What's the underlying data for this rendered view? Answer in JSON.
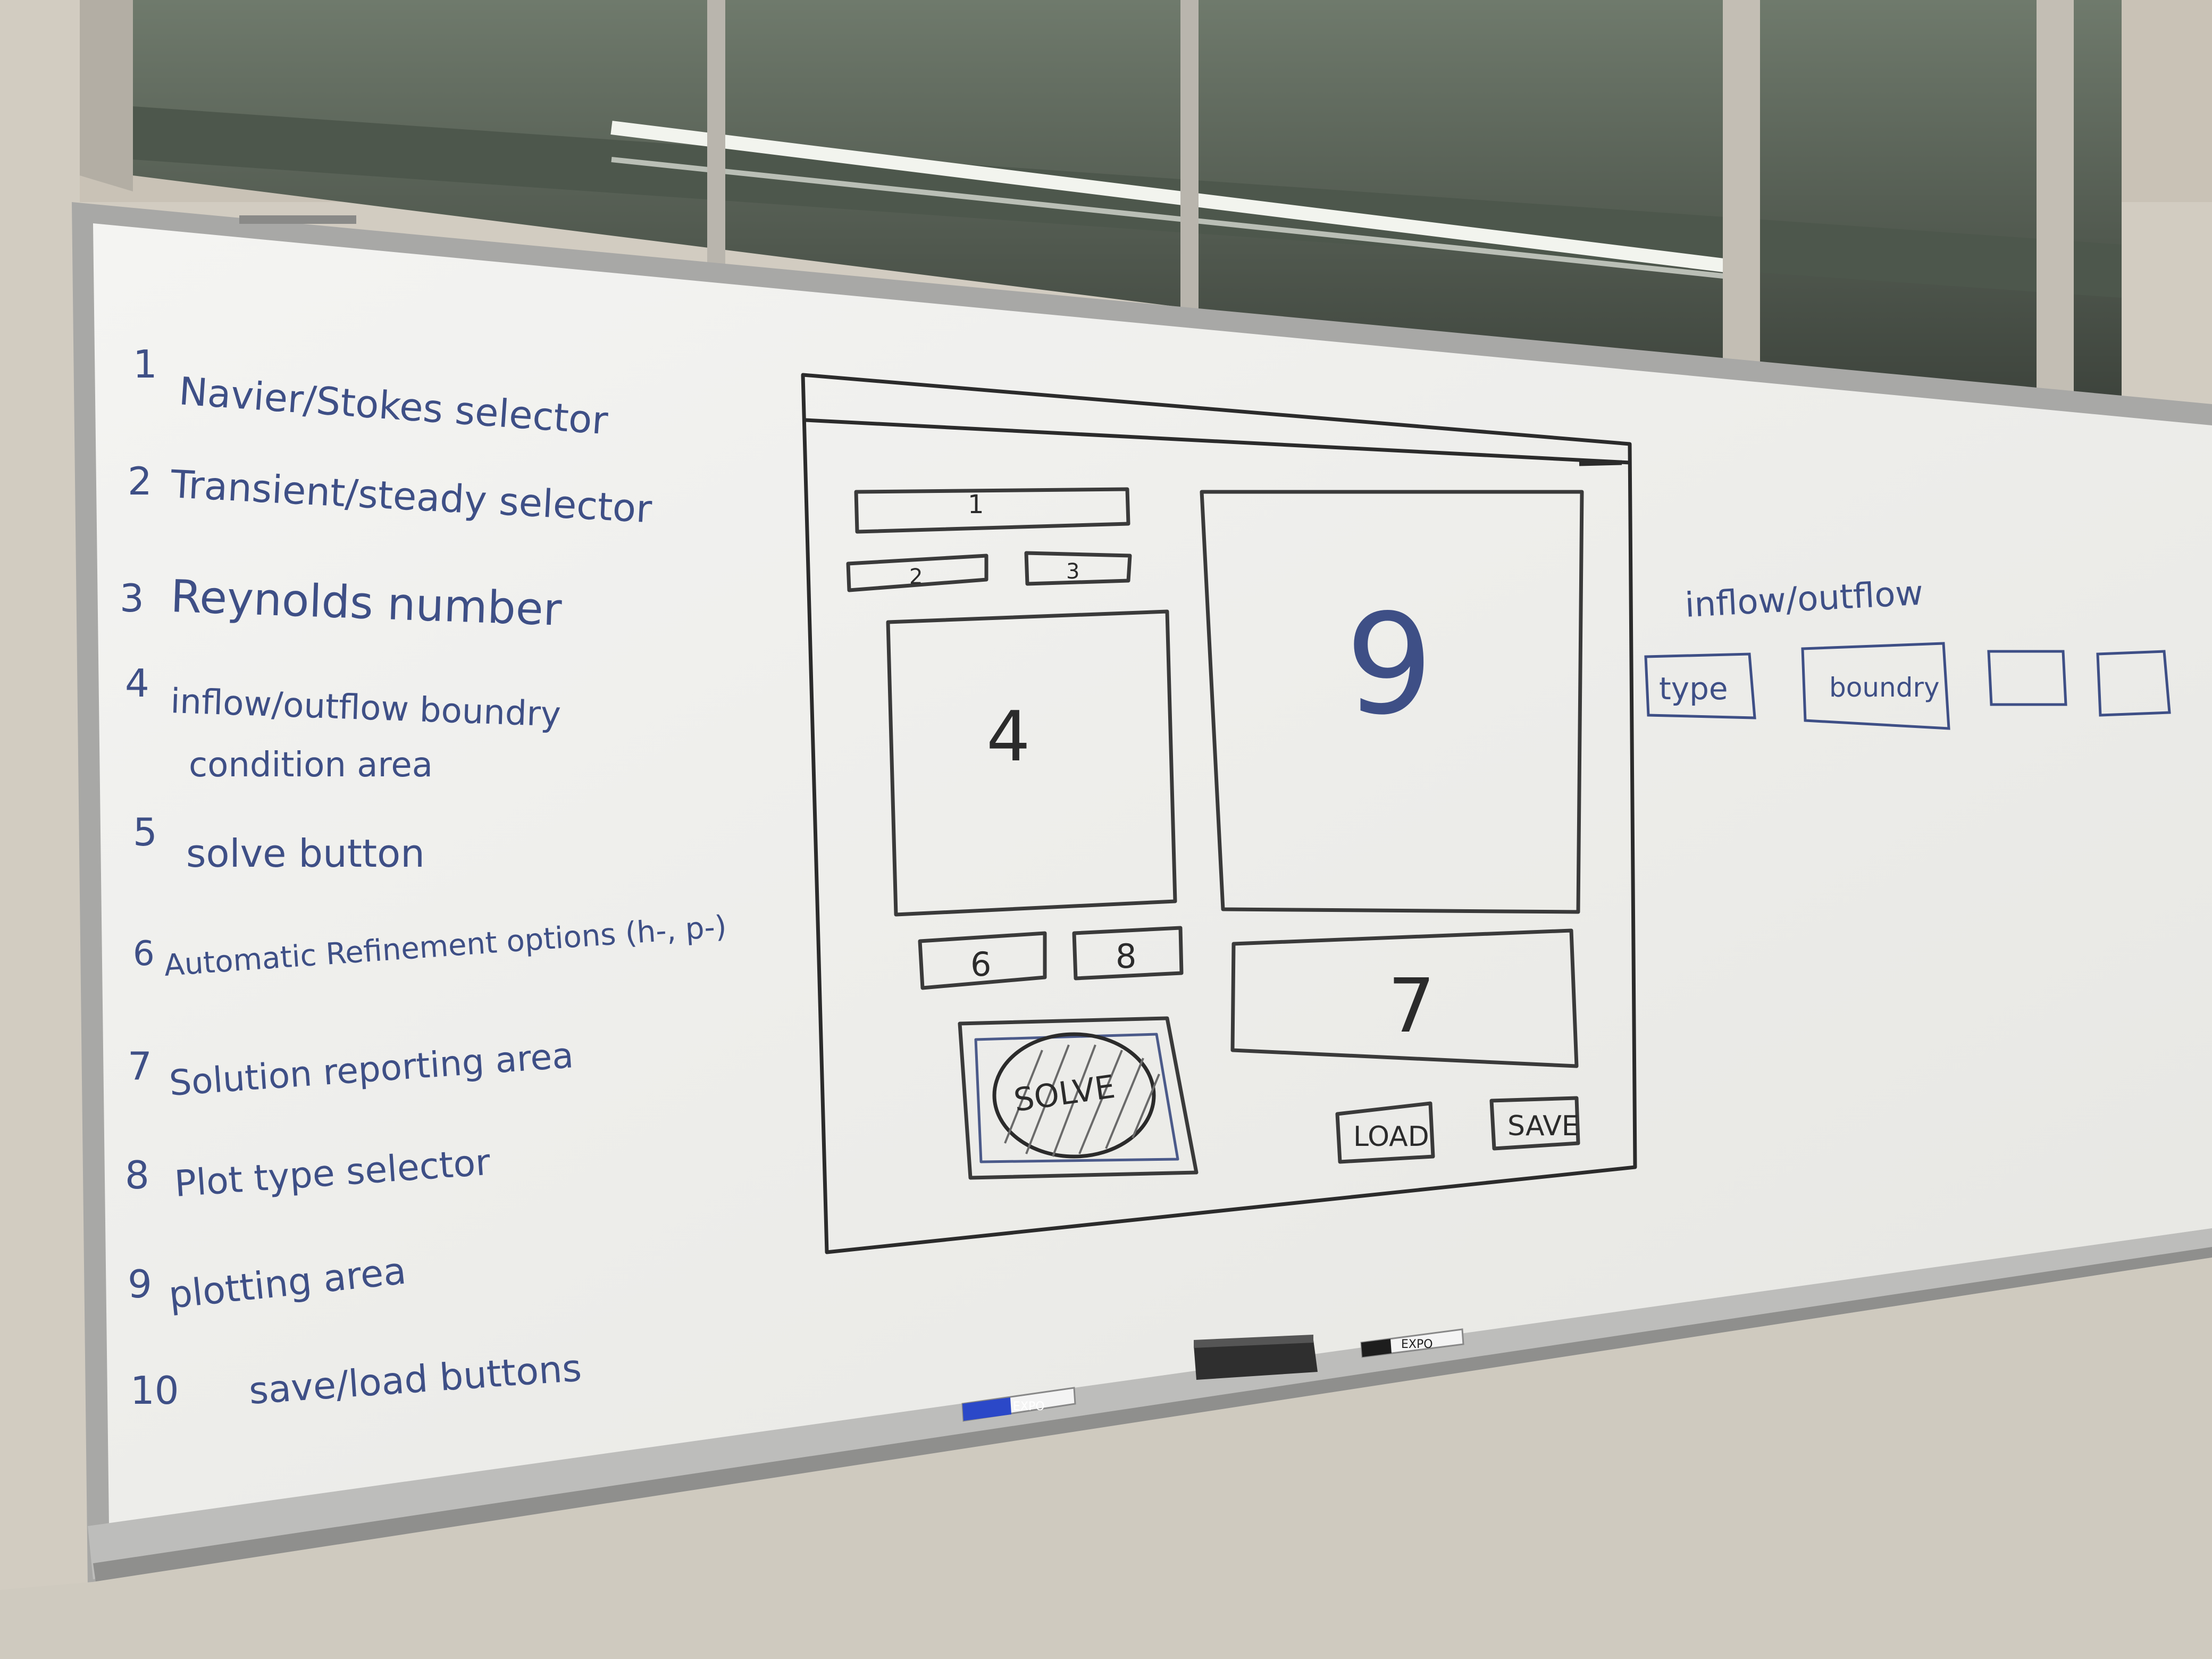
{
  "whiteboard": {
    "legend": [
      {
        "num": "1",
        "text": "Navier/Stokes selector"
      },
      {
        "num": "2",
        "text": "Transient/steady selector"
      },
      {
        "num": "3",
        "text": "Reynolds number"
      },
      {
        "num": "4",
        "text": "inflow/outflow boundry"
      },
      {
        "num": "",
        "text": "condition area"
      },
      {
        "num": "5",
        "text": "solve button"
      },
      {
        "num": "6",
        "text": "Automatic Refinement options (h-, p-)"
      },
      {
        "num": "7",
        "text": "Solution reporting area"
      },
      {
        "num": "8",
        "text": "Plot type selector"
      },
      {
        "num": "9",
        "text": "plotting area"
      },
      {
        "num": "10",
        "text": "save/load buttons"
      }
    ],
    "sketch": {
      "box1": "1",
      "box2": "2",
      "box3": "3",
      "box4": "4",
      "box6": "6",
      "box8": "8",
      "box9": "9",
      "box7": "7",
      "solve": "SOLVE",
      "load": "LOAD",
      "save": "SAVE"
    },
    "aside": {
      "title": "inflow/outflow",
      "fields": [
        "type",
        "boundry",
        "",
        ""
      ]
    },
    "markers": {
      "blue": "EXPO",
      "black": "EXPO"
    }
  },
  "colors": {
    "wall": "#cfc8bc",
    "board": "#f2f2f0",
    "blue_ink": "#3e4f86",
    "black_ink": "#2b2b2b",
    "frame": "#a9a9a9"
  }
}
